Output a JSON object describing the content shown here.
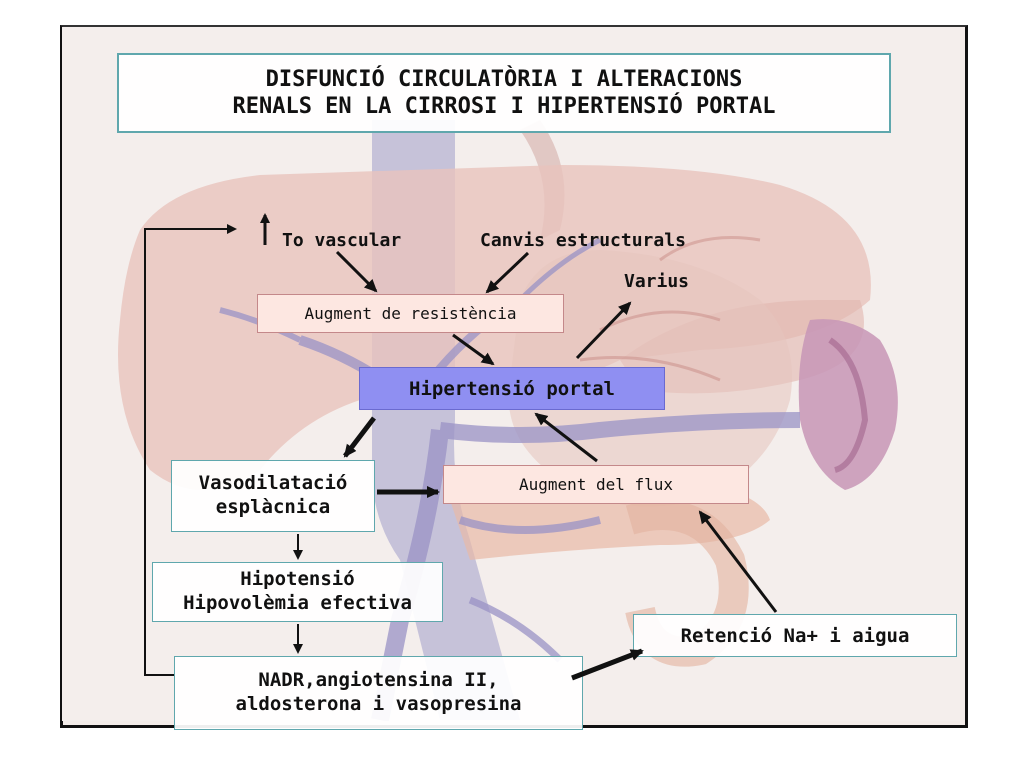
{
  "title": {
    "line1": "DISFUNCIÓ CIRCULATÒRIA I ALTERACIONS",
    "line2": "RENALS EN LA CIRROSI I HIPERTENSIÓ PORTAL"
  },
  "nodes": {
    "to_vascular": "To vascular",
    "canvis_estructurals": "Canvis estructurals",
    "varius": "Varius",
    "augment_resistencia": "Augment de resistència",
    "hipertensio_portal": "Hipertensió portal",
    "vasodilatacio": {
      "line1": "Vasodilatació",
      "line2": "esplàcnica"
    },
    "augment_flux": "Augment del flux",
    "hipotensio": {
      "line1": "Hipotensió",
      "line2": "Hipovolèmia efectiva"
    },
    "retencio": "Retenció Na+ i aigua",
    "nadr": {
      "line1": "NADR,angiotensina II,",
      "line2": "aldosterona i vasopresina"
    }
  },
  "colors": {
    "title_border": "#5fa7ad",
    "pink_box": "#fde7e1",
    "portal_box": "#8f8ff2",
    "arrow": "#111111"
  }
}
